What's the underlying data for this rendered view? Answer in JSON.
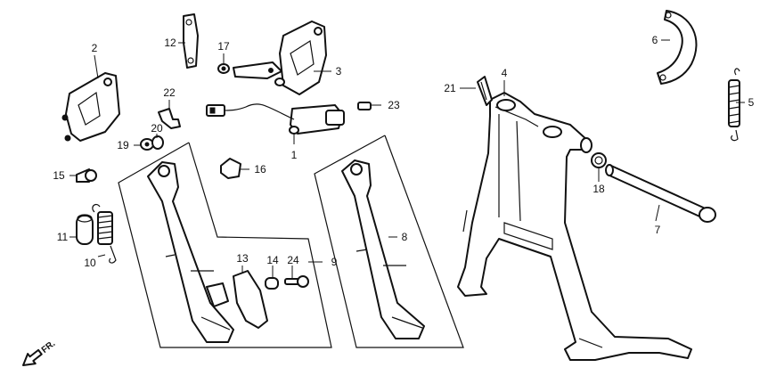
{
  "callouts": {
    "c1": "1",
    "c2": "2",
    "c3": "3",
    "c4": "4",
    "c5": "5",
    "c6": "6",
    "c7": "7",
    "c8": "8",
    "c9": "9",
    "c10": "10",
    "c11": "11",
    "c12": "12",
    "c13": "13",
    "c14": "14",
    "c15": "15",
    "c16": "16",
    "c17": "17",
    "c18": "18",
    "c19": "19",
    "c20": "20",
    "c21": "21",
    "c22": "22",
    "c23": "23",
    "c24": "24"
  },
  "direction_marker": {
    "label": "FR."
  }
}
